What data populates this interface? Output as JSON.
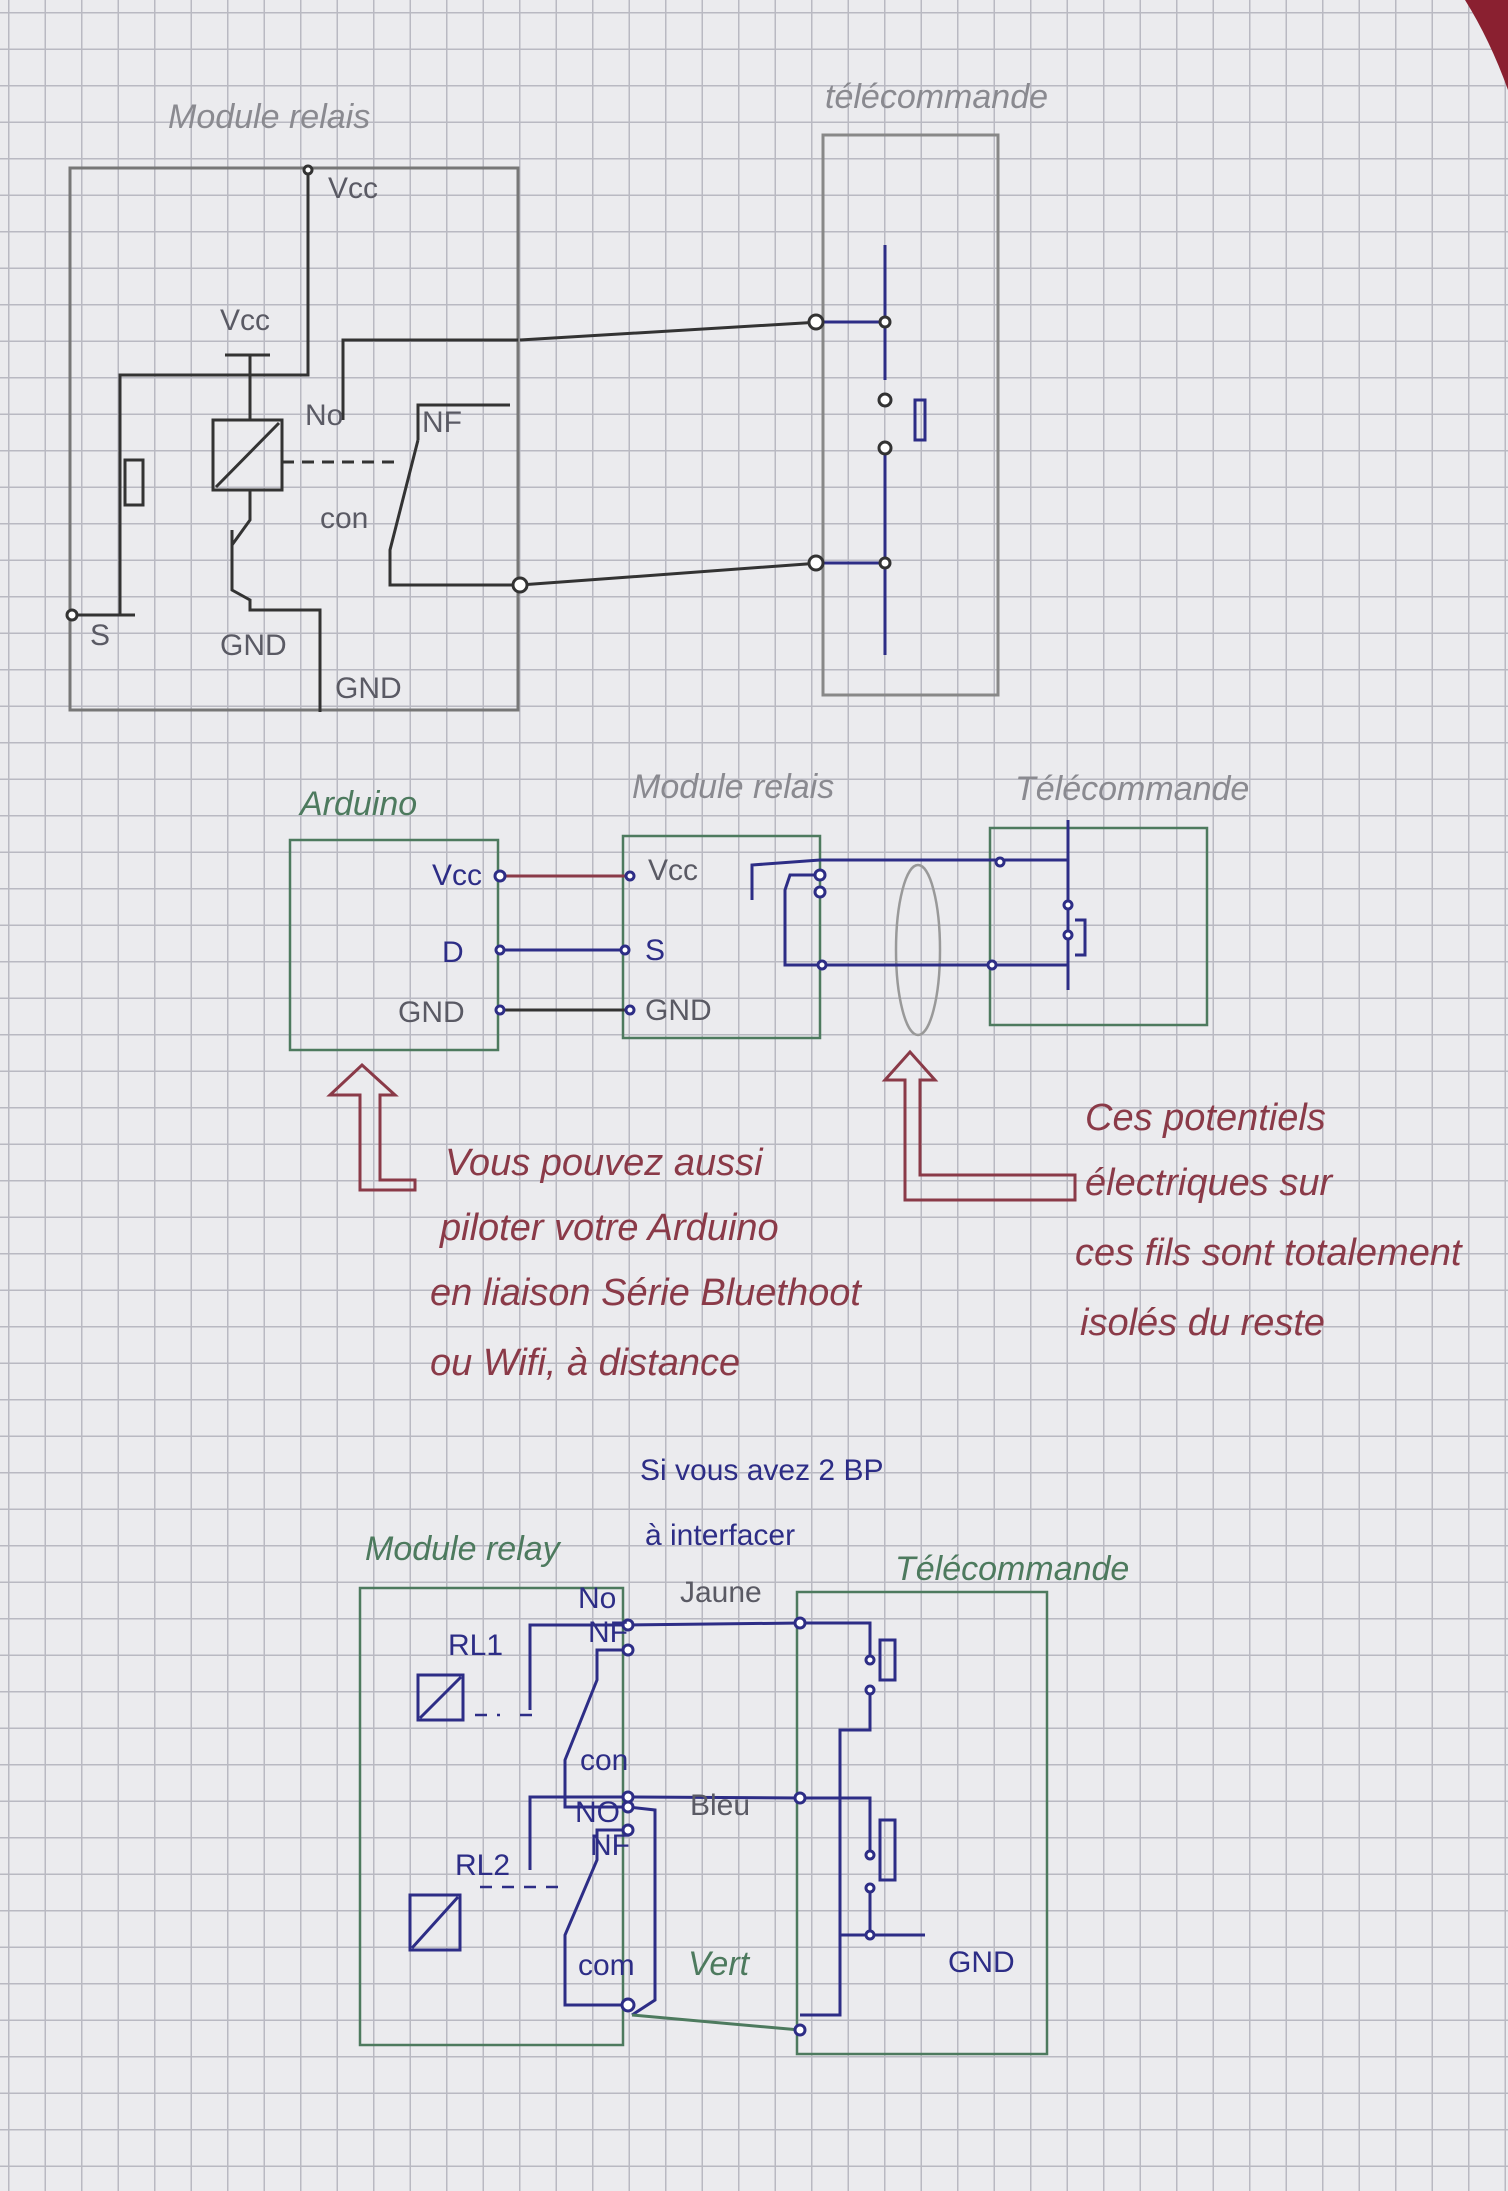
{
  "colors": {
    "pencil": "#5a5a64",
    "blue_ink": "#2d2d86",
    "red_ink": "#8a3a48",
    "green_ink": "#4d7a5e"
  },
  "top": {
    "module_label": "Module relais",
    "remote_label": "télécommande",
    "vcc": "Vcc",
    "vcc_coil": "Vcc",
    "no": "No",
    "nf": "NF",
    "com": "con",
    "gnd1": "GND",
    "gnd2": "GND",
    "s": "S"
  },
  "middle": {
    "arduino_label": "Arduino",
    "module_label": "Module relais",
    "remote_label": "Télécommande",
    "arduino_pins": [
      "Vcc",
      "D",
      "GND"
    ],
    "module_pins": [
      "Vcc",
      "S",
      "GND"
    ]
  },
  "note_left": [
    "Vous pouvez aussi",
    "piloter votre Arduino",
    "en liaison Série Bluethoot",
    "ou Wifi, à distance"
  ],
  "note_right": [
    "Ces potentiels",
    "électriques sur",
    "ces fils sont totalement",
    "isolés du reste"
  ],
  "bottom": {
    "title": [
      "Si vous avez 2 BP",
      "à interfacer"
    ],
    "module_label": "Module relay",
    "remote_label": "Télécommande",
    "rl1": "RL1",
    "rl2": "RL2",
    "no1": "No",
    "nf1": "NF",
    "com1": "con",
    "no2": "NO",
    "nf2": "NF",
    "com2": "com",
    "wire_yellow": "Jaune",
    "wire_blue": "Bleu",
    "wire_green": "Vert",
    "gnd": "GND"
  }
}
